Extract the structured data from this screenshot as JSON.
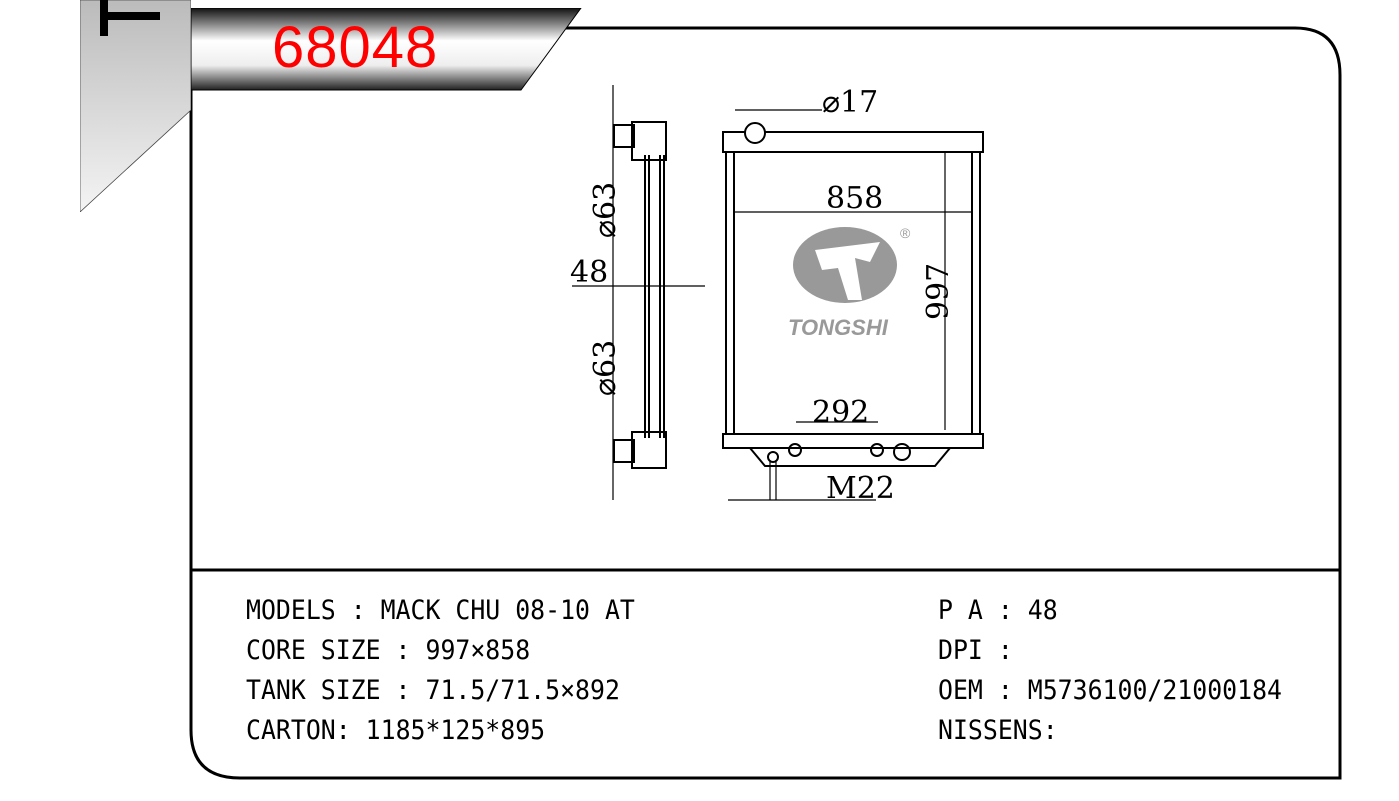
{
  "header": {
    "code": "68048",
    "tab_letter": "T"
  },
  "drawing": {
    "dims": {
      "pipe_top": "⌀63",
      "pipe_bottom": "⌀63",
      "thickness": "48",
      "cap": "⌀17",
      "width": "858",
      "height": "997",
      "spacing": "292",
      "drain": "M22"
    },
    "logo": {
      "brand": "TONGSHI",
      "registered": "®"
    }
  },
  "specs": {
    "left": [
      {
        "label": "MODELS",
        "sep": " : ",
        "value": "MACK CHU 08-10 AT"
      },
      {
        "label": "CORE SIZE",
        "sep": " : ",
        "value": "997×858"
      },
      {
        "label": "TANK SIZE",
        "sep": " : ",
        "value": "71.5/71.5×892"
      },
      {
        "label": "CARTON",
        "sep": ": ",
        "value": "1185*125*895"
      }
    ],
    "right": [
      {
        "label": "P A",
        "sep": " : ",
        "value": "48"
      },
      {
        "label": "DPI",
        "sep": " : ",
        "value": ""
      },
      {
        "label": "OEM",
        "sep": " : ",
        "value": "M5736100/21000184"
      },
      {
        "label": "NISSENS",
        "sep": ":",
        "value": ""
      }
    ]
  }
}
